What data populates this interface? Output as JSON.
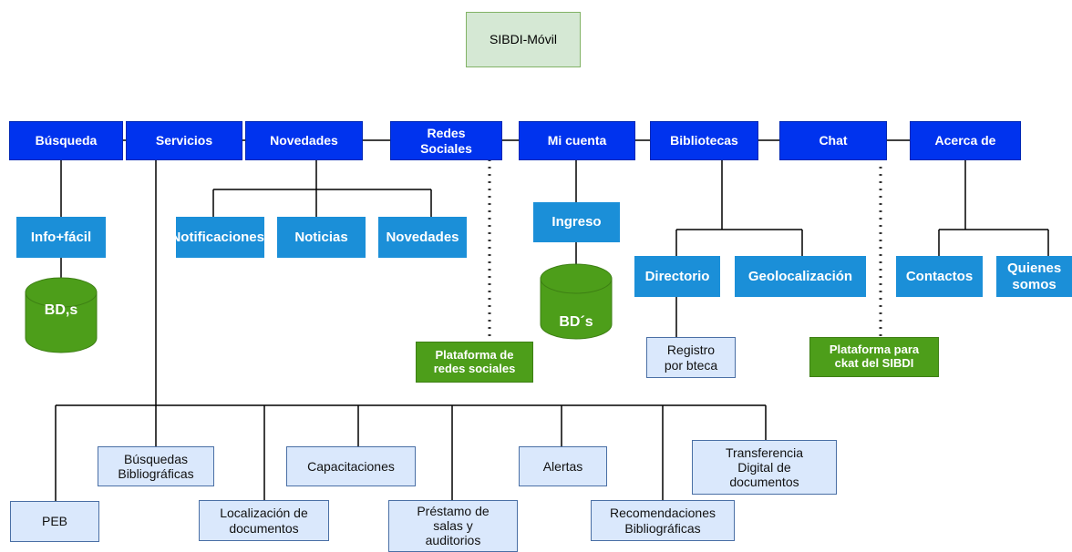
{
  "title": "SIBDI-Móvil",
  "nav": {
    "busqueda": "Búsqueda",
    "servicios": "Servicios",
    "novedades": "Novedades",
    "redes": "Redes\nSociales",
    "cuenta": "Mi cuenta",
    "bibliotecas": "Bibliotecas",
    "chat": "Chat",
    "acerca": "Acerca de"
  },
  "sub": {
    "infofacil": "Info+fácil",
    "notificaciones": "Notificaciones",
    "noticias": "Noticias",
    "novedades": "Novedades",
    "ingreso": "Ingreso",
    "directorio": "Directorio",
    "geolocalizacion": "Geolocalización",
    "contactos": "Contactos",
    "quienes": "Quienes\nsomos",
    "registro": "Registro\npor bteca"
  },
  "databases": {
    "bds_busqueda": "BD,s",
    "bds_cuenta": "BD´s"
  },
  "platforms": {
    "redes": "Plataforma de\nredes sociales",
    "chat": "Plataforma para\nckat del SIBDI"
  },
  "services": {
    "peb": "PEB",
    "busquedas": "Búsquedas\nBibliográficas",
    "localizacion": "Localización de\ndocumentos",
    "capacitaciones": "Capacitaciones",
    "prestamo": "Préstamo de\nsalas y\nauditorios",
    "alertas": "Alertas",
    "recomendaciones": "Recomendaciones\nBibliográficas",
    "transferencia": "Transferencia\nDigital de\ndocumentos"
  },
  "colors": {
    "nav": "#0033ee",
    "submenu": "#1b8fd8",
    "database": "#4d9e1a",
    "leaf": "#dae8fc",
    "root": "#d5e8d4"
  }
}
